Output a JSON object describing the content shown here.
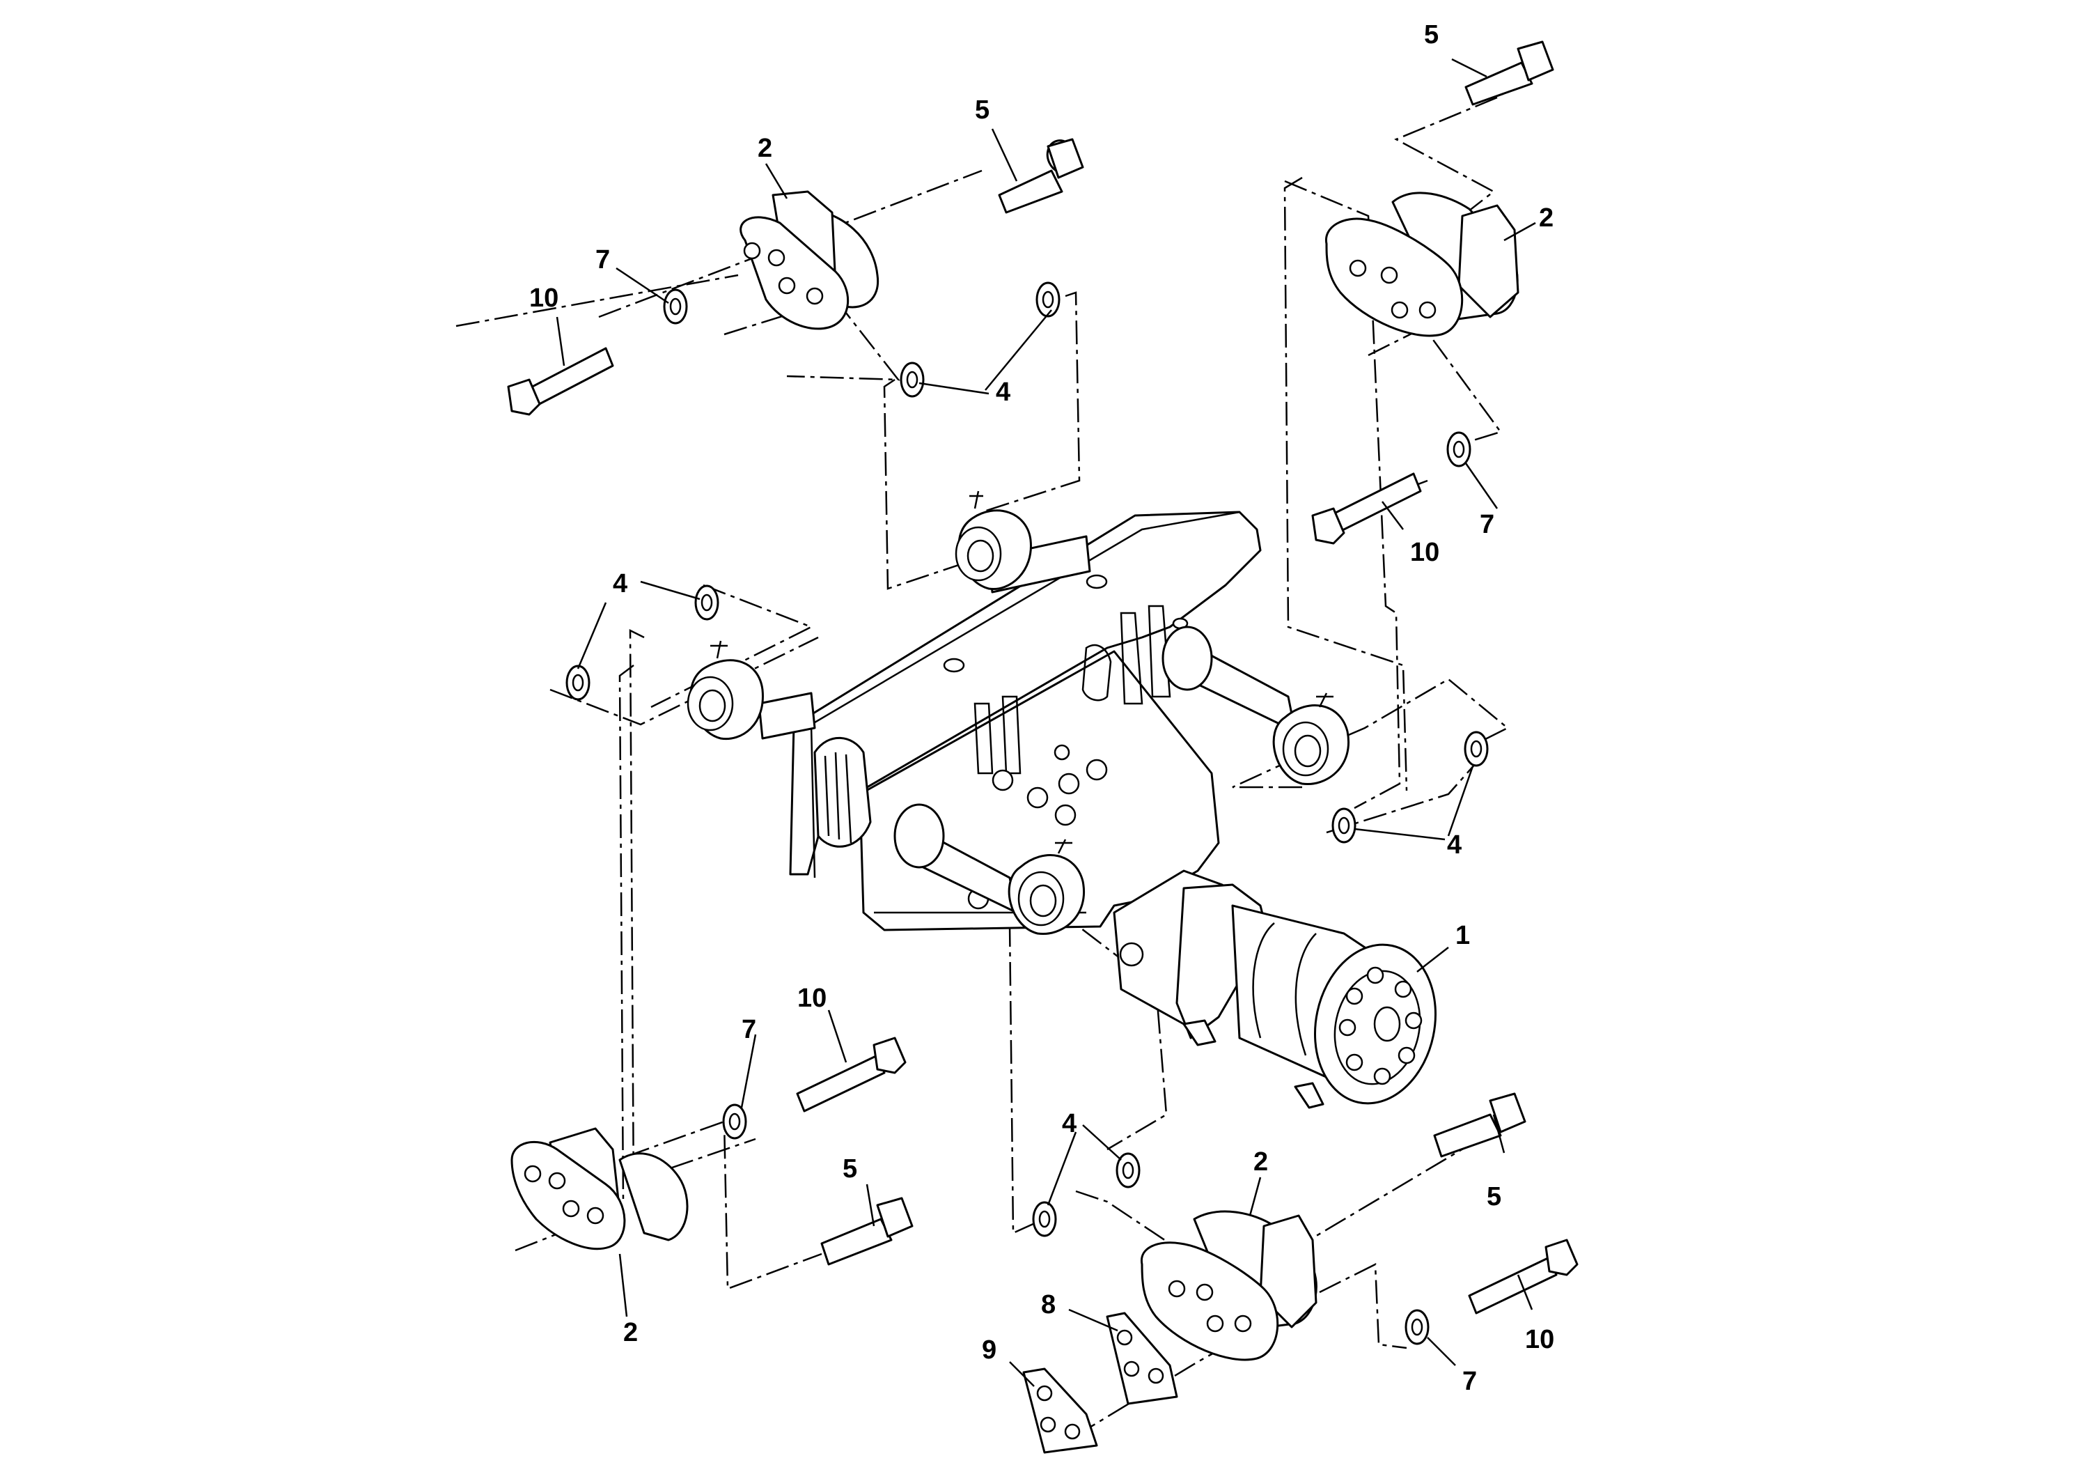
{
  "callouts": [
    {
      "id": "c1",
      "label": "1"
    },
    {
      "id": "c2a",
      "label": "2"
    },
    {
      "id": "c2b",
      "label": "2"
    },
    {
      "id": "c2c",
      "label": "2"
    },
    {
      "id": "c2d",
      "label": "2"
    },
    {
      "id": "c4a",
      "label": "4"
    },
    {
      "id": "c4b",
      "label": "4"
    },
    {
      "id": "c4c",
      "label": "4"
    },
    {
      "id": "c4d",
      "label": "4"
    },
    {
      "id": "c5a",
      "label": "5"
    },
    {
      "id": "c5b",
      "label": "5"
    },
    {
      "id": "c5c",
      "label": "5"
    },
    {
      "id": "c5d",
      "label": "5"
    },
    {
      "id": "c7a",
      "label": "7"
    },
    {
      "id": "c7b",
      "label": "7"
    },
    {
      "id": "c7c",
      "label": "7"
    },
    {
      "id": "c7d",
      "label": "7"
    },
    {
      "id": "c8",
      "label": "8"
    },
    {
      "id": "c9",
      "label": "9"
    },
    {
      "id": "c10a",
      "label": "10"
    },
    {
      "id": "c10b",
      "label": "10"
    },
    {
      "id": "c10c",
      "label": "10"
    },
    {
      "id": "c10d",
      "label": "10"
    }
  ]
}
